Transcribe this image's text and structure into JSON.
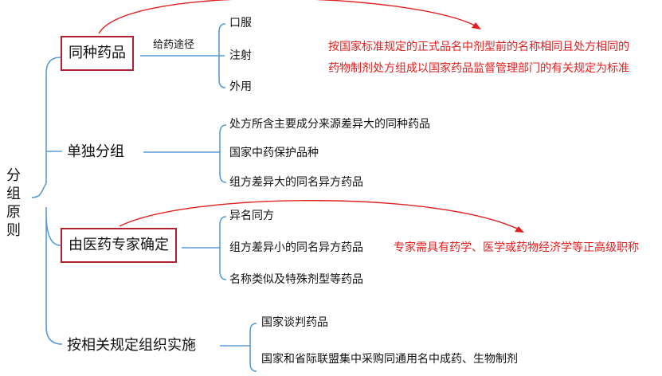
{
  "colors": {
    "line": "#5b9bd5",
    "box_border": "#b02030",
    "note": "#e02020",
    "text": "#111111"
  },
  "root": {
    "chars": [
      "分",
      "组",
      "原",
      "则"
    ]
  },
  "groups": [
    {
      "label": "同种药品",
      "boxed": true,
      "edge_label": "给药途径",
      "children": [
        "口服",
        "注射",
        "外用"
      ],
      "note_lines": [
        "按国家标准规定的正式品名中剂型前的名称相同且处方相同的",
        "药物制剂处方组成以国家药品监督管理部门的有关规定为标准"
      ]
    },
    {
      "label": "单独分组",
      "boxed": false,
      "children": [
        "处方所含主要成分来源差异大的同种药品",
        "国家中药保护品种",
        "组方差异大的同名异方药品"
      ]
    },
    {
      "label": "由医药专家确定",
      "boxed": true,
      "children": [
        "异名同方",
        "组方差异小的同名异方药品",
        "名称类似及特殊剂型等药品"
      ],
      "note_lines": [
        "专家需具有药学、医学或药物经济学等正高级职称"
      ]
    },
    {
      "label": "按相关规定组织实施",
      "boxed": false,
      "children": [
        "国家谈判药品",
        "国家和省际联盟集中采购同通用名中成药、生物制剂"
      ]
    }
  ]
}
